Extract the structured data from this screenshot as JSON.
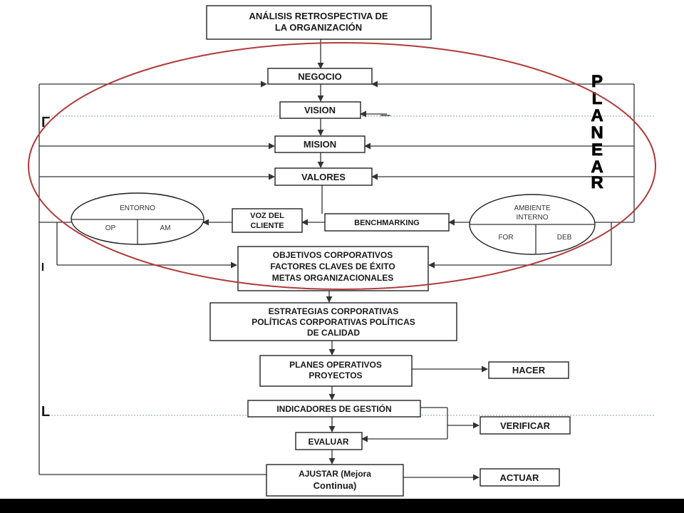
{
  "diagram": {
    "analisis": [
      "ANÁLISIS RETROSPECTIVA DE",
      "LA ORGANIZACIÓN"
    ],
    "negocio": "NEGOCIO",
    "vision": "VISION",
    "mision": "MISION",
    "valores": "VALORES",
    "entorno": {
      "title": "ENTORNO",
      "left": "OP",
      "right": "AM"
    },
    "voz_cliente": [
      "VOZ DEL",
      "CLIENTE"
    ],
    "benchmarking": "BENCHMARKING",
    "ambiente": {
      "title": [
        "AMBIENTE",
        "INTERNO"
      ],
      "left": "FOR",
      "right": "DEB"
    },
    "objetivos": [
      "OBJETIVOS CORPORATIVOS",
      "FACTORES CLAVES DE ÉXITO",
      "METAS ORGANIZACIONALES"
    ],
    "estrategias": [
      "ESTRATEGIAS CORPORATIVAS",
      "POLÍTICAS CORPORATIVAS POLÍTICAS",
      "DE CALIDAD"
    ],
    "planes": [
      "PLANES OPERATIVOS",
      "PROYECTOS"
    ],
    "hacer": "HACER",
    "indicadores": "INDICADORES DE GESTIÓN",
    "verificar": "VERIFICAR",
    "evaluar": "EVALUAR",
    "ajustar": [
      "AJUSTAR (Mejora",
      "Continua)"
    ],
    "actuar": "ACTUAR",
    "planear_letters": [
      "P",
      "L",
      "A",
      "N",
      "E",
      "A",
      "R"
    ],
    "bracket_glyphs": {
      "top": "Γ",
      "mid": "I",
      "bottom": "L"
    }
  },
  "colors": {
    "ellipse": "#b03a3a",
    "line": "#333333",
    "text": "#1a1a1a"
  }
}
